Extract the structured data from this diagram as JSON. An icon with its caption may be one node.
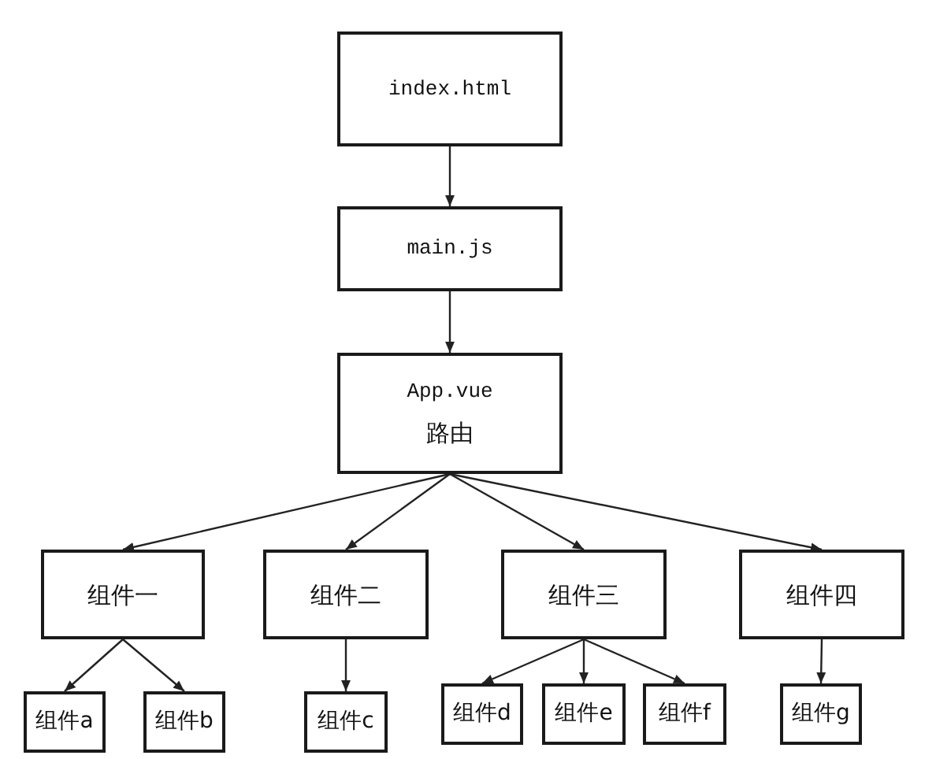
{
  "diagram": {
    "nodes": [
      {
        "text": [
          "index.html"
        ]
      },
      {
        "text": [
          "main.js"
        ]
      },
      {
        "text": [
          "App.vue",
          "路由"
        ]
      },
      {
        "text": [
          "组件一"
        ]
      },
      {
        "text": [
          "组件二"
        ]
      },
      {
        "text": [
          "组件三"
        ]
      },
      {
        "text": [
          "组件四"
        ]
      },
      {
        "text": [
          "组件a"
        ]
      },
      {
        "text": [
          "组件b"
        ]
      },
      {
        "text": [
          "组件c"
        ]
      },
      {
        "text": [
          "组件d"
        ]
      },
      {
        "text": [
          "组件e"
        ]
      },
      {
        "text": [
          "组件f"
        ]
      },
      {
        "text": [
          "组件g"
        ]
      }
    ],
    "edges": [
      {
        "from": 0,
        "to": 1,
        "arrow": "to"
      },
      {
        "from": 1,
        "to": 2,
        "arrow": "to"
      },
      {
        "from": 2,
        "to": 3,
        "arrow": "to"
      },
      {
        "from": 2,
        "to": 4,
        "arrow": "to"
      },
      {
        "from": 2,
        "to": 5,
        "arrow": "to"
      },
      {
        "from": 2,
        "to": 6,
        "arrow": "to"
      },
      {
        "from": 3,
        "to": 7,
        "arrow": "to"
      },
      {
        "from": 3,
        "to": 8,
        "arrow": "to"
      },
      {
        "from": 4,
        "to": 9,
        "arrow": "to"
      },
      {
        "from": 5,
        "to": 10,
        "arrow": "to"
      },
      {
        "from": 5,
        "to": 11,
        "arrow": "to"
      },
      {
        "from": 5,
        "to": 12,
        "arrow": "to"
      },
      {
        "from": 6,
        "to": 13,
        "arrow": "to"
      }
    ]
  }
}
